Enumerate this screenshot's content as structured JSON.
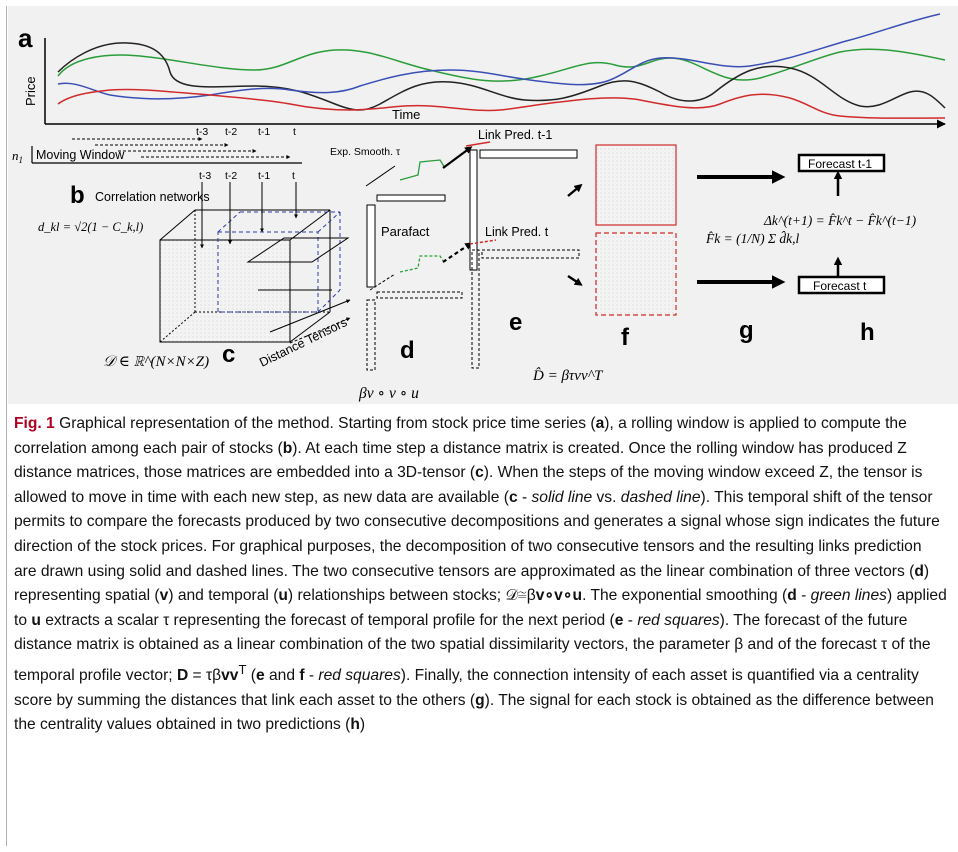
{
  "figure": {
    "panel_letters": {
      "a": "a",
      "b": "b",
      "c": "c",
      "d": "d",
      "e": "e",
      "f": "f",
      "g": "g",
      "h": "h"
    },
    "price_axis": "Price",
    "time_axis": "Time",
    "n1": "n",
    "n1_sub": "1",
    "moving_window": "Moving Window",
    "steps_top": [
      "t-3",
      "t-2",
      "t-1",
      "t"
    ],
    "steps_mid": [
      "t-3",
      "t-2",
      "t-1",
      "t"
    ],
    "correlation_networks": "Correlation networks",
    "distance_formula": "d_kl = √2(1 − C_k,l)",
    "tensor_space": "𝒟 ∈ ℝ^(N×N×Z)",
    "distance_tensors": "Distance Tensors",
    "parafact": "Parafact",
    "exp_smooth": "Exp. Smooth. τ",
    "link_pred_prev": "Link Pred. t-1",
    "link_pred_now": "Link Pred. t",
    "d_hat": "D̂ = βτvv^T",
    "cp_formula": "βv ∘ v ∘ u",
    "f_hat": "F̂k = (1/N) Σ d̂k,l",
    "delta": "Δk^(t+1) = F̂k^t − F̂k^(t−1)",
    "forecast_prev": "Forecast t-1",
    "forecast_now": "Forecast t"
  },
  "caption": {
    "label": "Fig. 1",
    "s1": " Graphical representation of the method. Starting from stock price time series (",
    "s2": "), a rolling window is applied to compute the correlation among each pair of stocks (",
    "s3": "). At each time step a distance matrix is created. Once the rolling window has produced Z distance matrices, those matrices are embedded into a 3D-tensor (",
    "s4": "). When the steps of the moving window exceed Z, the tensor is allowed to move in time with each new step, as new data are available (",
    "s5": " - ",
    "s5i": "solid line",
    "s6": " vs. ",
    "s6i": "dashed line",
    "s7": "). This temporal shift of the tensor permits to compare the forecasts produced by two consecutive decompositions and generates a signal whose sign indicates the future direction of the stock prices. For graphical purposes, the decomposition of two consecutive tensors and the resulting links prediction are drawn using solid and dashed lines. The two consecutive tensors are approximated as the linear combination of three vectors (",
    "s8": ") representing spatial (",
    "s9": ") and temporal (",
    "s10": ") relationships between stocks; 𝒟≅β",
    "s11": ". The exponential smoothing (",
    "s12": " - ",
    "s12i": "green lines",
    "s13": ") applied to ",
    "s14": " extracts a scalar τ representing the forecast of temporal profile for the next period (",
    "s15": " - ",
    "s15i": "red squares",
    "s16": "). The forecast of the future distance matrix is obtained as a linear combination of the two spatial dissimilarity vectors, the parameter β and of the forecast τ of the temporal profile vector; ",
    "s17": " = τβ",
    "s18": " (",
    "s19": " and ",
    "s20": " - ",
    "s20i": "red squares",
    "s21": "). Finally, the connection intensity of each asset is quantified via a centrality score by summing the distances that link each asset to the others (",
    "s22": "). The signal for each stock is obtained as the difference between the centrality values obtained in two predictions (",
    "s23": ")"
  }
}
